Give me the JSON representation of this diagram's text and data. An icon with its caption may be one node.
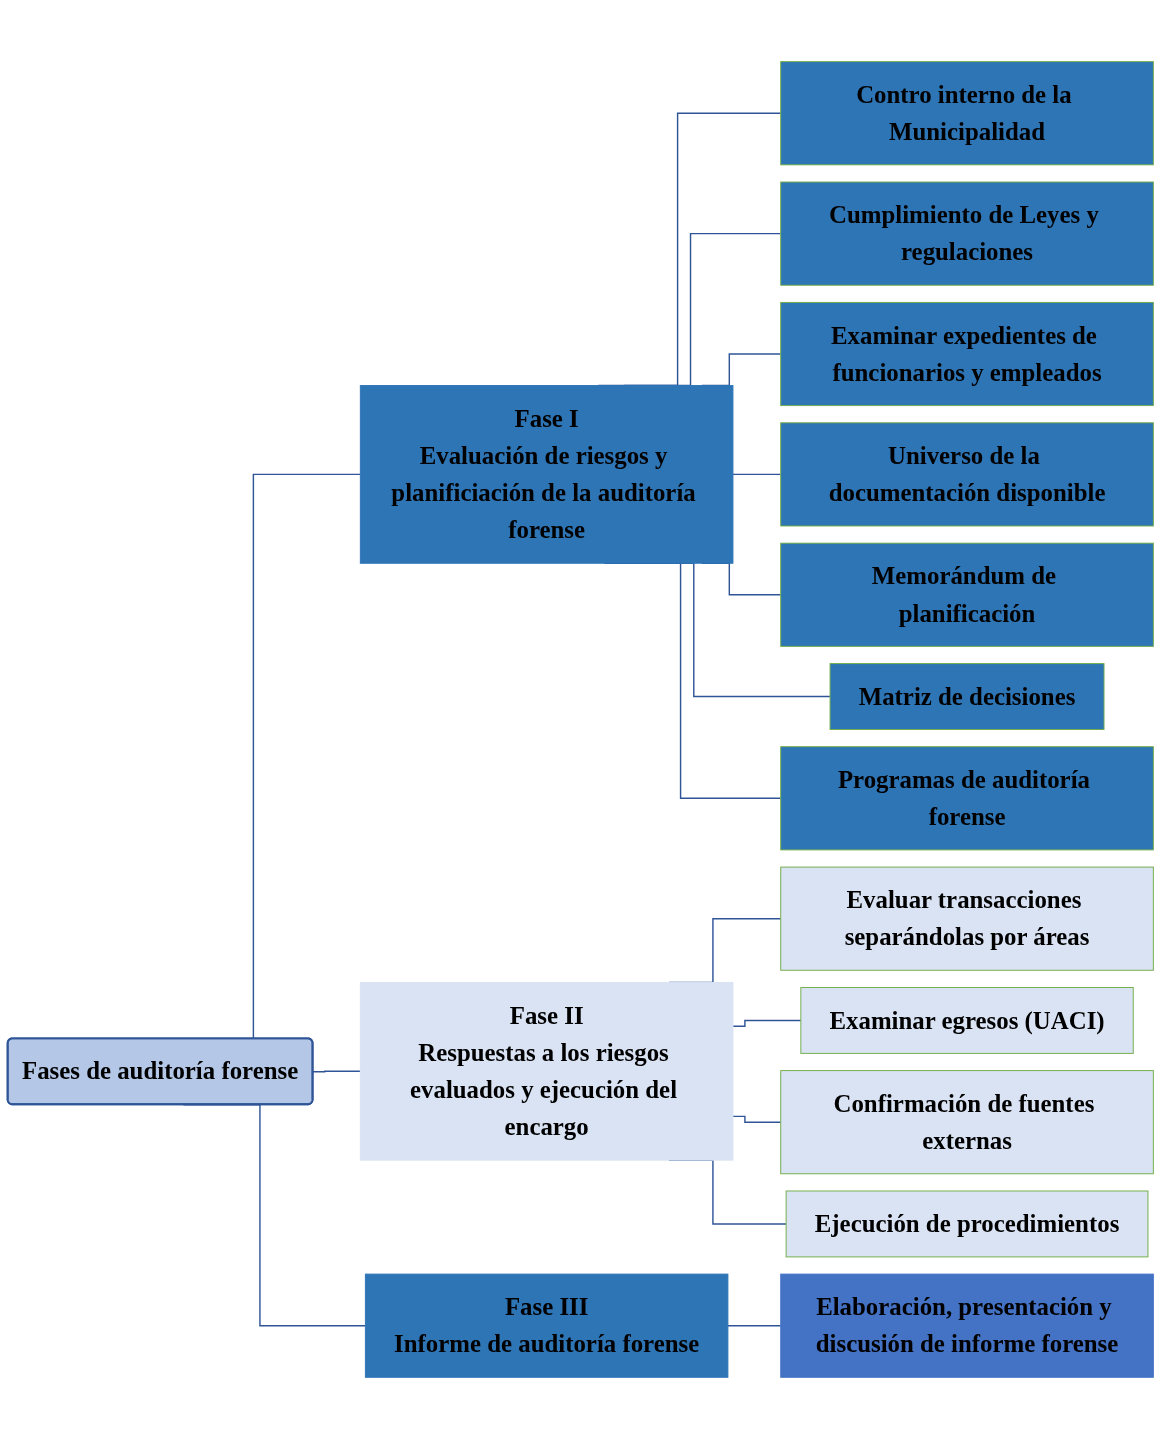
{
  "diagram": {
    "nodes": [
      {
        "text": [
          "Fases de auditoría forense"
        ]
      },
      {
        "text": [
          "Fase I",
          "Evaluación de riesgos y planificiación de la auditoría forense"
        ]
      },
      {
        "text": [
          "Contro interno de la Municipalidad"
        ]
      },
      {
        "text": [
          "Cumplimiento de Leyes y regulaciones"
        ]
      },
      {
        "text": [
          "Examinar expedientes de funcionarios y empleados"
        ]
      },
      {
        "text": [
          "Universo de la documentación disponible"
        ]
      },
      {
        "text": [
          "Memorándum de planificación"
        ]
      },
      {
        "text": [
          "Matriz de decisiones"
        ]
      },
      {
        "text": [
          "Programas de auditoría forense"
        ]
      },
      {
        "text": [
          "Fase II",
          "Respuestas a los riesgos evaluados y ejecución del encargo"
        ]
      },
      {
        "text": [
          "Evaluar transacciones separándolas por áreas"
        ]
      },
      {
        "text": [
          "Examinar egresos (UACI)"
        ]
      },
      {
        "text": [
          "Confirmación de fuentes externas"
        ]
      },
      {
        "text": [
          "Ejecución de procedimientos"
        ]
      },
      {
        "text": [
          "Fase III",
          "Informe de auditoría forense"
        ]
      },
      {
        "text": [
          "Elaboración, presentación y discusión de informe forense"
        ]
      }
    ],
    "edges": [
      {
        "from": 0,
        "to": 1,
        "arrow": "none"
      },
      {
        "from": 0,
        "to": 9,
        "arrow": "none"
      },
      {
        "from": 0,
        "to": 14,
        "arrow": "none"
      },
      {
        "from": 1,
        "to": 2,
        "arrow": "none"
      },
      {
        "from": 1,
        "to": 3,
        "arrow": "none"
      },
      {
        "from": 1,
        "to": 4,
        "arrow": "none"
      },
      {
        "from": 1,
        "to": 5,
        "arrow": "none"
      },
      {
        "from": 1,
        "to": 6,
        "arrow": "none"
      },
      {
        "from": 1,
        "to": 7,
        "arrow": "none"
      },
      {
        "from": 1,
        "to": 8,
        "arrow": "none"
      },
      {
        "from": 9,
        "to": 10,
        "arrow": "none"
      },
      {
        "from": 9,
        "to": 11,
        "arrow": "none"
      },
      {
        "from": 9,
        "to": 12,
        "arrow": "none"
      },
      {
        "from": 9,
        "to": 13,
        "arrow": "none"
      },
      {
        "from": 14,
        "to": 15,
        "arrow": "none"
      }
    ]
  }
}
